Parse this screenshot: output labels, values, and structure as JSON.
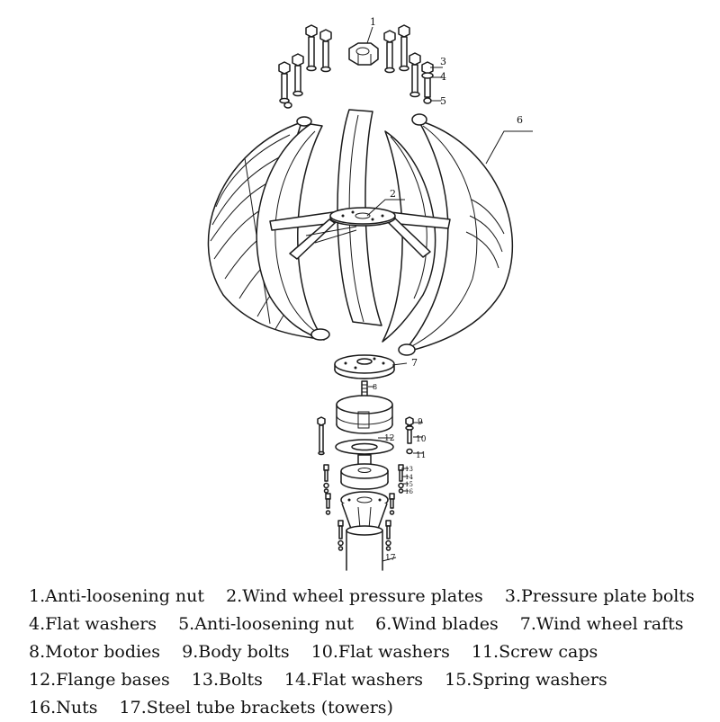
{
  "callouts": [
    "1",
    "2",
    "3",
    "4",
    "5",
    "6",
    "7",
    "8",
    "9",
    "10",
    "11",
    "12",
    "13",
    "14",
    "15",
    "16",
    "17"
  ],
  "legend": {
    "rows": [
      [
        "1.Anti-loosening nut",
        "2.Wind wheel pressure plates",
        "3.Pressure plate bolts"
      ],
      [
        "4.Flat washers",
        "5.Anti-loosening nut",
        "6.Wind blades",
        "7.Wind wheel rafts"
      ],
      [
        "8.Motor bodies",
        "9.Body bolts",
        "10.Flat washers",
        "11.Screw caps"
      ],
      [
        "12.Flange bases",
        "13.Bolts",
        "14.Flat washers",
        "15.Spring washers"
      ],
      [
        "16.Nuts",
        "17.Steel tube brackets (towers)"
      ]
    ]
  }
}
